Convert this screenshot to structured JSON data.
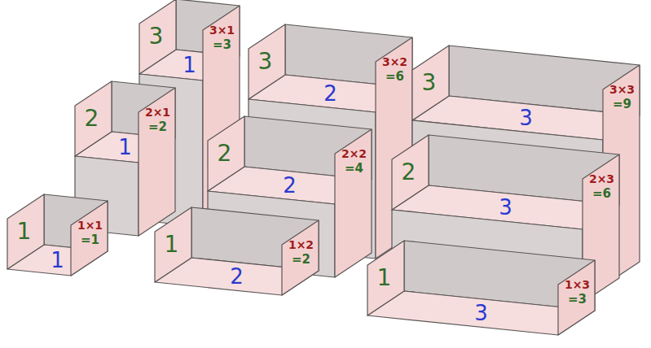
{
  "diagram": {
    "nodes": [
      {
        "text": [
          "3",
          "1",
          "3×1",
          "=3"
        ]
      },
      {
        "text": [
          "3",
          "2",
          "3×2",
          "=6"
        ]
      },
      {
        "text": [
          "3",
          "3",
          "3×3",
          "=9"
        ]
      },
      {
        "text": [
          "2",
          "1",
          "2×1",
          "=2"
        ]
      },
      {
        "text": [
          "2",
          "2",
          "2×2",
          "=4"
        ]
      },
      {
        "text": [
          "2",
          "3",
          "2×3",
          "=6"
        ]
      },
      {
        "text": [
          "1",
          "1",
          "1×1",
          "=1"
        ]
      },
      {
        "text": [
          "1",
          "2",
          "1×2",
          "=2"
        ]
      },
      {
        "text": [
          "1",
          "3",
          "1×3",
          "=3"
        ]
      }
    ]
  }
}
